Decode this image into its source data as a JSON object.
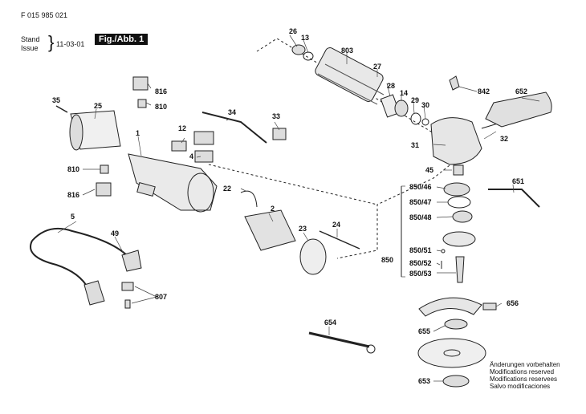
{
  "header": {
    "doc_number": "F 015 985 021",
    "stand_label": "Stand Issue",
    "date": "11-03-01",
    "figure_label": "Fig./Abb. 1"
  },
  "notes": [
    "Änderungen vorbehalten",
    "Modifications reserved",
    "Modifications reservees",
    "Salvo modificaciones"
  ],
  "labels": {
    "p26": "26",
    "p13": "13",
    "p803": "803",
    "p27": "27",
    "p28": "28",
    "p14": "14",
    "p29": "29",
    "p30": "30",
    "p842": "842",
    "p652": "652",
    "p816a": "816",
    "p810a": "810",
    "p35": "35",
    "p25": "25",
    "p34": "34",
    "p33": "33",
    "p12": "12",
    "p1": "1",
    "p4": "4",
    "p31": "31",
    "p32": "32",
    "p810b": "810",
    "p816b": "816",
    "p22": "22",
    "p2": "2",
    "p45": "45",
    "p651": "651",
    "p5": "5",
    "p49": "49",
    "p23": "23",
    "p24": "24",
    "p807": "807",
    "p850_46": "850/46",
    "p850_47": "850/47",
    "p850_48": "850/48",
    "p850": "850",
    "p850_51": "850/51",
    "p850_52": "850/52",
    "p850_53": "850/53",
    "p654": "654",
    "p656": "656",
    "p655": "655",
    "p653": "653"
  }
}
